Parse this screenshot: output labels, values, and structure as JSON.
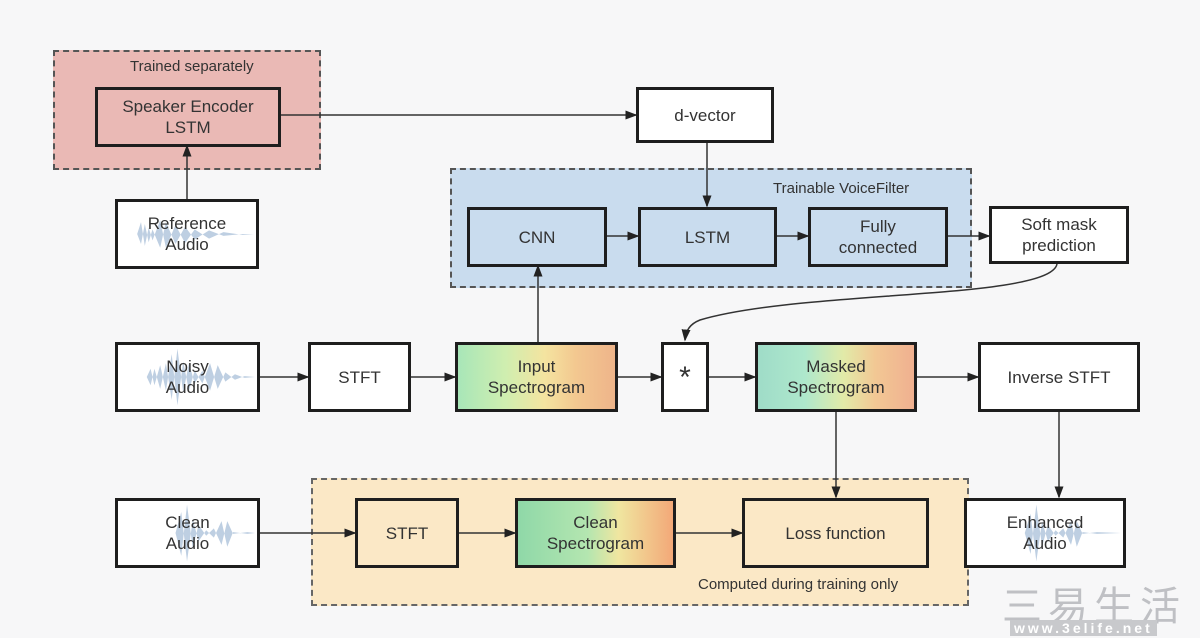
{
  "groups": {
    "trained_separately": "Trained separately",
    "trainable_voicefilter": "Trainable VoiceFilter",
    "computed_training": "Computed during training only"
  },
  "nodes": {
    "speaker_encoder": [
      "Speaker Encoder",
      "LSTM"
    ],
    "d_vector": "d-vector",
    "reference_audio": [
      "Reference",
      "Audio"
    ],
    "cnn": "CNN",
    "lstm": "LSTM",
    "fully_connected": [
      "Fully",
      "connected"
    ],
    "soft_mask": [
      "Soft mask",
      "prediction"
    ],
    "noisy_audio": [
      "Noisy",
      "Audio"
    ],
    "stft_1": "STFT",
    "input_spectrogram": [
      "Input",
      "Spectrogram"
    ],
    "multiply": "*",
    "masked_spectrogram": [
      "Masked",
      "Spectrogram"
    ],
    "inverse_stft": "Inverse STFT",
    "clean_audio": [
      "Clean",
      "Audio"
    ],
    "stft_2": "STFT",
    "clean_spectrogram": [
      "Clean",
      "Spectrogram"
    ],
    "loss_function": "Loss function",
    "enhanced_audio": [
      "Enhanced",
      "Audio"
    ]
  },
  "watermark": {
    "text": "三易生活",
    "url": "www.3elife.net"
  },
  "colors": {
    "trained_separately_bg": "#eab9b5",
    "voicefilter_bg": "#c9dcee",
    "training_only_bg": "#fbe8c6"
  }
}
